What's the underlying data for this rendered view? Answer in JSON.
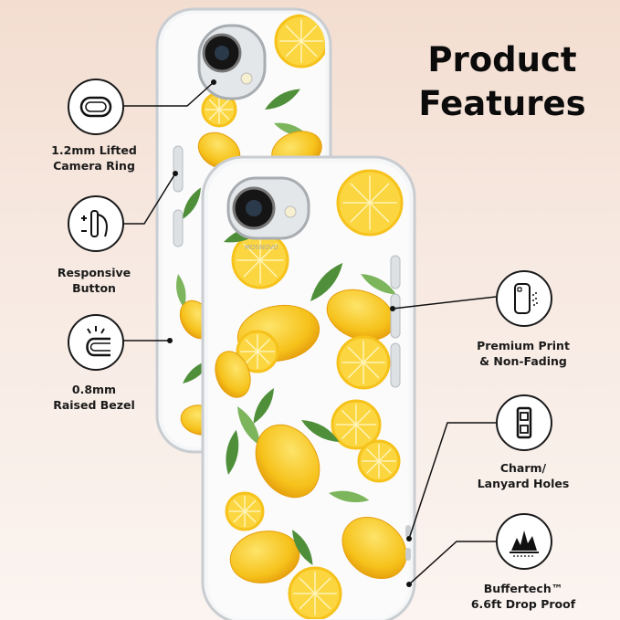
{
  "title": {
    "line1": "Product",
    "line2": "Features"
  },
  "brand_mark": "MOSNOVO",
  "features": [
    {
      "id": "camera-ring",
      "label": "1.2mm Lifted\nCamera Ring",
      "icon": "camera-ring-icon"
    },
    {
      "id": "button",
      "label": "Responsive\nButton",
      "icon": "button-press-icon"
    },
    {
      "id": "bezel",
      "label": "0.8mm\nRaised Bezel",
      "icon": "raised-bezel-icon"
    },
    {
      "id": "print",
      "label": "Premium Print\n& Non-Fading",
      "icon": "phone-print-icon"
    },
    {
      "id": "lanyard",
      "label": "Charm/\nLanyard Holes",
      "icon": "lanyard-hole-icon"
    },
    {
      "id": "drop",
      "label": "Buffertech™\n6.6ft Drop Proof",
      "icon": "drop-impact-icon"
    }
  ],
  "colors": {
    "lemon": "#f6c21b",
    "lemon_dark": "#e59d0c",
    "leaf": "#4f8f3a",
    "leaf_light": "#7cb55c"
  }
}
